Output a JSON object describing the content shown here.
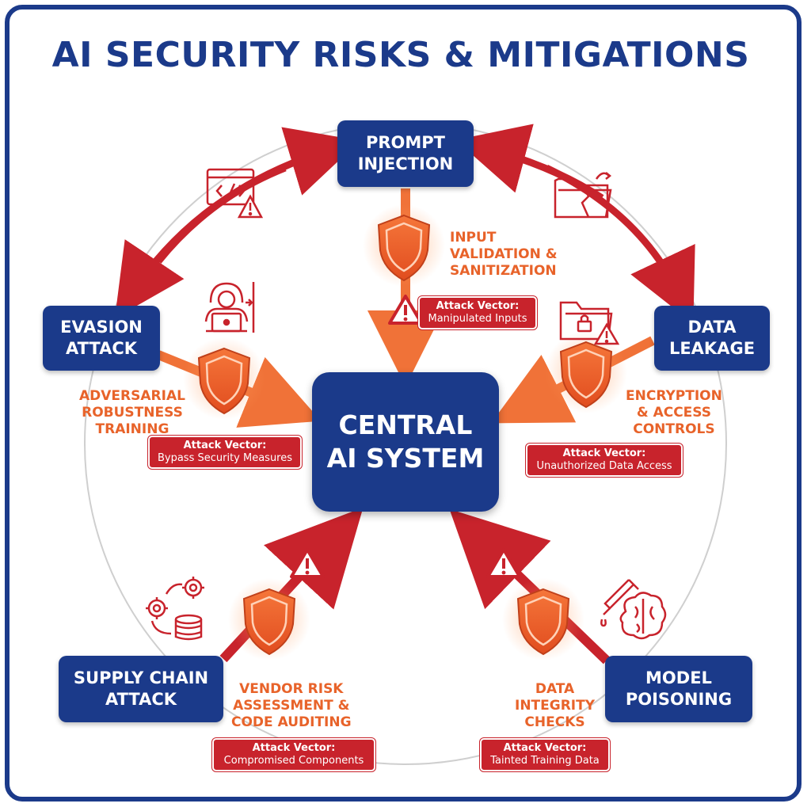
{
  "title": "AI SECURITY RISKS & MITIGATIONS",
  "central": "CENTRAL\nAI SYSTEM",
  "colors": {
    "navy": "#1b3a8a",
    "red": "#c8232c",
    "orange": "#e8632a"
  },
  "nodes": {
    "prompt_injection": "PROMPT\nINJECTION",
    "data_leakage": "DATA\nLEAKAGE",
    "evasion_attack": "EVASION\nATTACK",
    "supply_chain": "SUPPLY CHAIN\nATTACK",
    "model_poisoning": "MODEL\nPOISONING"
  },
  "mitigations": {
    "prompt_injection": "INPUT\nVALIDATION &\nSANITIZATION",
    "data_leakage": "ENCRYPTION\n& ACCESS\nCONTROLS",
    "evasion_attack": "ADVERSARIAL\nROBUSTNESS\nTRAINING",
    "supply_chain": "VENDOR RISK\nASSESSMENT &\nCODE AUDITING",
    "model_poisoning": "DATA\nINTEGRITY\nCHECKS"
  },
  "vector_heading": "Attack Vector:",
  "vectors": {
    "prompt_injection": "Manipulated Inputs",
    "data_leakage": "Unauthorized Data Access",
    "evasion_attack": "Bypass Security Measures",
    "supply_chain": "Compromised Components",
    "model_poisoning": "Tainted Training Data"
  },
  "icons": [
    "code-window-warning-icon",
    "broken-folder-icon",
    "hacker-laptop-icon",
    "locked-folder-icon",
    "gears-database-icon",
    "syringe-brain-icon",
    "shield-icon",
    "warning-triangle-icon"
  ]
}
